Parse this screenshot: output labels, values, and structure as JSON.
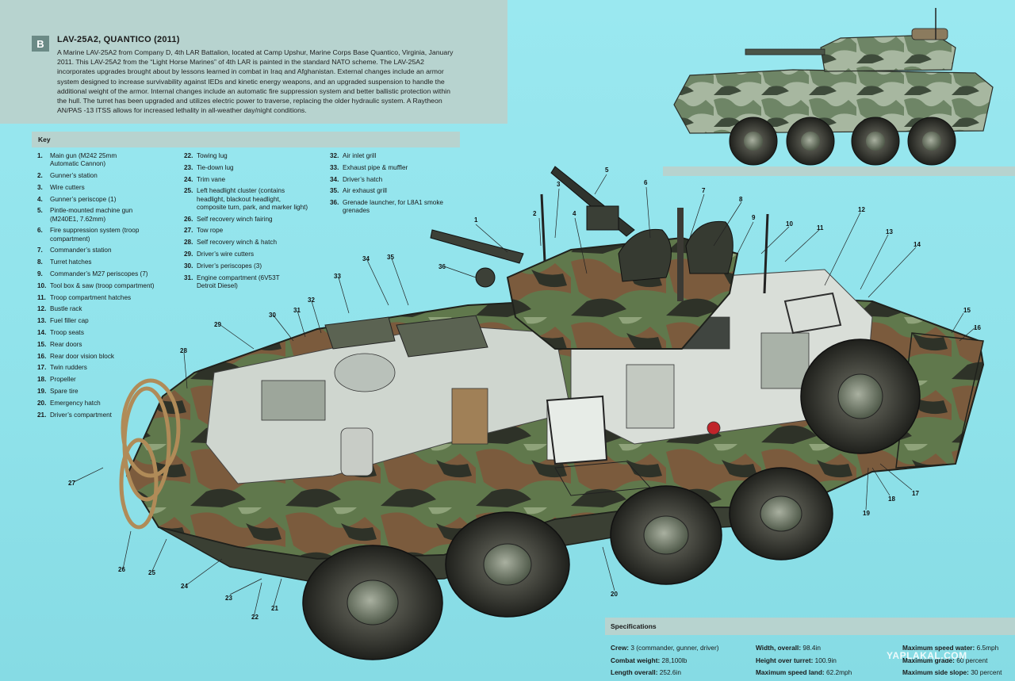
{
  "intro": {
    "badge": "B",
    "title": "LAV-25A2, QUANTICO (2011)",
    "body": "A Marine LAV-25A2 from Company D, 4th LAR Battalion, located at Camp Upshur, Marine Corps Base Quantico, Virginia, January 2011. This LAV-25A2 from the “Light Horse Marines” of 4th LAR is painted in the standard NATO scheme. The LAV-25A2 incorporates upgrades brought about by lessons learned in combat in Iraq and Afghanistan. External changes include an armor system designed to increase survivability against IEDs and kinetic energy weapons, and an upgraded suspension to handle the additional weight of the armor. Internal changes include an automatic fire suppression system and better ballistic protection within the hull. The turret has been upgraded and utilizes electric power to traverse, replacing the older hydraulic system. A Raytheon AN/PAS -13 ITSS allows for increased lethality in all-weather day/night conditions."
  },
  "key": {
    "heading": "Key",
    "col1": [
      {
        "n": "1.",
        "t": "Main gun (M242 25mm\nAutomatic Cannon)"
      },
      {
        "n": "2.",
        "t": "Gunner’s station"
      },
      {
        "n": "3.",
        "t": "Wire cutters"
      },
      {
        "n": "4.",
        "t": "Gunner’s periscope (1)"
      },
      {
        "n": "5.",
        "t": "Pintle-mounted machine gun\n(M240E1, 7.62mm)"
      },
      {
        "n": "6.",
        "t": "Fire suppression system (troop\ncompartment)"
      },
      {
        "n": "7.",
        "t": "Commander’s station"
      },
      {
        "n": "8.",
        "t": "Turret hatches"
      },
      {
        "n": "9.",
        "t": "Commander’s M27 periscopes (7)"
      },
      {
        "n": "10.",
        "t": "Tool box & saw (troop compartment)"
      },
      {
        "n": "11.",
        "t": "Troop compartment hatches"
      },
      {
        "n": "12.",
        "t": "Bustle rack"
      },
      {
        "n": "13.",
        "t": "Fuel filler cap"
      },
      {
        "n": "14.",
        "t": "Troop seats"
      },
      {
        "n": "15.",
        "t": "Rear doors"
      },
      {
        "n": "16.",
        "t": "Rear door vision block"
      },
      {
        "n": "17.",
        "t": "Twin rudders"
      },
      {
        "n": "18.",
        "t": "Propeller"
      },
      {
        "n": "19.",
        "t": "Spare tire"
      },
      {
        "n": "20.",
        "t": "Emergency hatch"
      },
      {
        "n": "21.",
        "t": "Driver’s compartment"
      }
    ],
    "col2": [
      {
        "n": "22.",
        "t": "Towing lug"
      },
      {
        "n": "23.",
        "t": "Tie-down lug"
      },
      {
        "n": "24.",
        "t": "Trim vane"
      },
      {
        "n": "25.",
        "t": "Left headlight cluster (contains\nheadlight, blackout headlight,\ncomposite turn, park, and marker light)"
      },
      {
        "n": "26.",
        "t": "Self recovery winch fairing"
      },
      {
        "n": "27.",
        "t": "Tow rope"
      },
      {
        "n": "28.",
        "t": "Self recovery winch & hatch"
      },
      {
        "n": "29.",
        "t": "Driver’s wire cutters"
      },
      {
        "n": "30.",
        "t": "Driver’s periscopes (3)"
      },
      {
        "n": "31.",
        "t": "Engine compartment (6V53T\nDetroit Diesel)"
      }
    ],
    "col3": [
      {
        "n": "32.",
        "t": "Air inlet grill"
      },
      {
        "n": "33.",
        "t": "Exhaust pipe & muffler"
      },
      {
        "n": "34.",
        "t": "Driver’s hatch"
      },
      {
        "n": "35.",
        "t": "Air exhaust grill"
      },
      {
        "n": "36.",
        "t": "Grenade launcher, for L8A1 smoke\ngrenades"
      }
    ]
  },
  "callouts": [
    "1",
    "2",
    "3",
    "4",
    "5",
    "6",
    "7",
    "8",
    "9",
    "10",
    "11",
    "12",
    "13",
    "14",
    "15",
    "16",
    "17",
    "18",
    "19",
    "20",
    "21",
    "22",
    "23",
    "24",
    "25",
    "26",
    "27",
    "28",
    "29",
    "30",
    "31",
    "32",
    "33",
    "34",
    "35",
    "36"
  ],
  "specs": {
    "heading": "Specifications",
    "col1": [
      {
        "k": "Crew:",
        "v": " 3 (commander, gunner, driver)"
      },
      {
        "k": "Combat weight:",
        "v": " 28,100lb"
      },
      {
        "k": "Length overall:",
        "v": " 252.6in"
      }
    ],
    "col2": [
      {
        "k": "Width, overall:",
        "v": " 98.4in"
      },
      {
        "k": "Height over turret:",
        "v": " 100.9in"
      },
      {
        "k": "Maximum speed land:",
        "v": " 62.2mph"
      }
    ],
    "col3": [
      {
        "k": "Maximum speed water:",
        "v": " 6.5mph"
      },
      {
        "k": "Maximum grade:",
        "v": " 60 percent"
      },
      {
        "k": "Maximum side slope:",
        "v": " 30 percent"
      }
    ]
  },
  "watermark": "YAPLAKAL.COM",
  "colors": {
    "background": "#8fe3ec",
    "panel": "#b7d3cf",
    "camo_green": "#5f7a4e",
    "camo_brown": "#7a5a3c",
    "camo_black": "#2b2e25",
    "steel": "#b9c3c0"
  }
}
